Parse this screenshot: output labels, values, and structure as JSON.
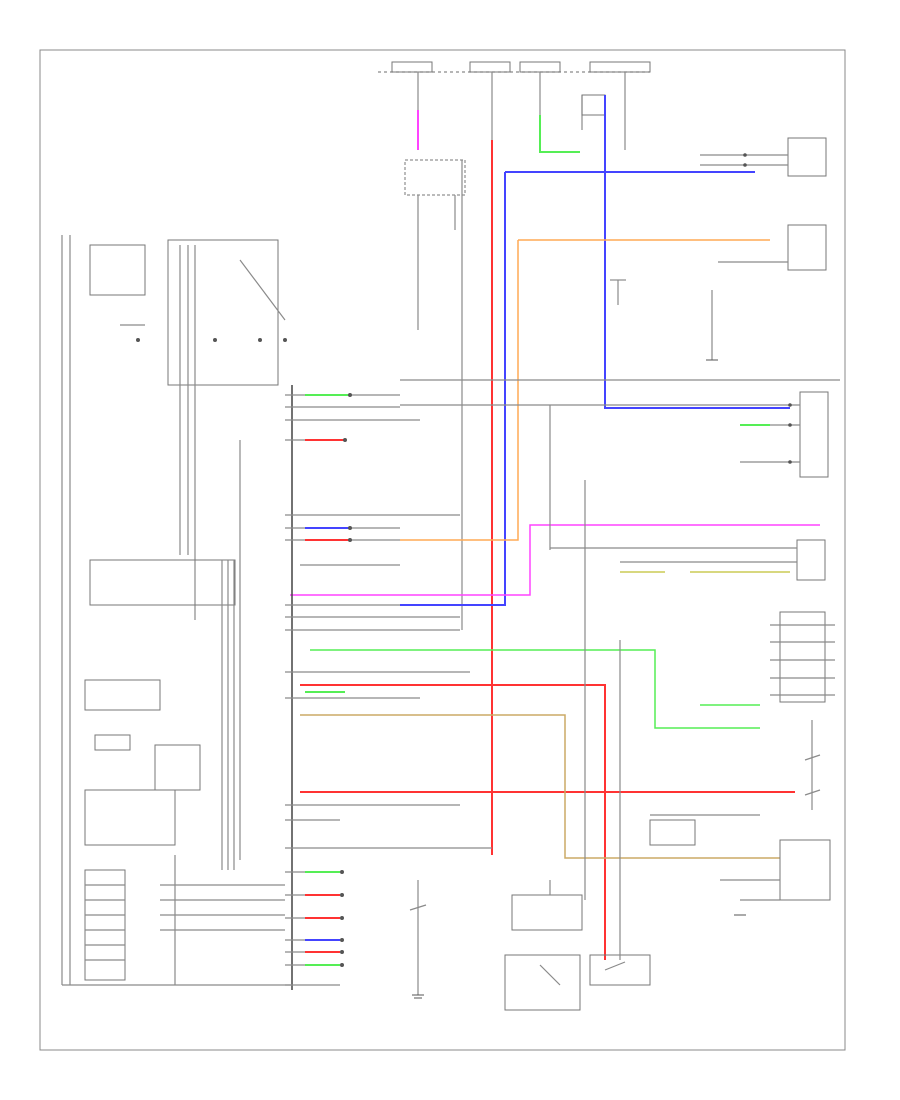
{
  "diagram": {
    "title": "",
    "footer_label": "",
    "wire_colors": {
      "pink": "#ff44ff",
      "red": "#ff3333",
      "blue": "#4444ff",
      "light_green": "#55ee55",
      "orange": "#ffaa55",
      "tan": "#ccaa66",
      "yellow_green": "#cccc55",
      "grey": "#999999"
    },
    "components": [
      {
        "id": "combination-meter",
        "label": ""
      },
      {
        "id": "hot-at-all-times-fuse-1",
        "label": ""
      },
      {
        "id": "hot-in-run-fuse",
        "label": ""
      },
      {
        "id": "hot-in-start-fuse",
        "label": ""
      },
      {
        "id": "hot-at-all-times-fuse-2",
        "label": ""
      },
      {
        "id": "instrument-panel-junction-block",
        "label": ""
      },
      {
        "id": "brake-fluid-level-warning-switch",
        "label": ""
      },
      {
        "id": "parking-brake-switch",
        "label": ""
      },
      {
        "id": "seat-belt-buckle-switch",
        "label": ""
      },
      {
        "id": "fuel-sender-gauge-assembly",
        "label": ""
      },
      {
        "id": "outside-temperature-sensor",
        "label": ""
      },
      {
        "id": "lamp-failure-sensor",
        "label": ""
      },
      {
        "id": "door-courtesy-switch",
        "label": ""
      },
      {
        "id": "ecm-connector-a",
        "label": ""
      },
      {
        "id": "ecm-connector-b",
        "label": ""
      },
      {
        "id": "ecm-connector-c",
        "label": ""
      },
      {
        "id": "engine-oil-pressure-switch",
        "label": ""
      },
      {
        "id": "airbag-sensor-assembly",
        "label": ""
      },
      {
        "id": "skid-control-ecu",
        "label": ""
      },
      {
        "id": "tire-pressure-warning-ecu",
        "label": ""
      },
      {
        "id": "power-steering-ecu",
        "label": ""
      },
      {
        "id": "instrument-panel-ground",
        "label": ""
      }
    ]
  }
}
